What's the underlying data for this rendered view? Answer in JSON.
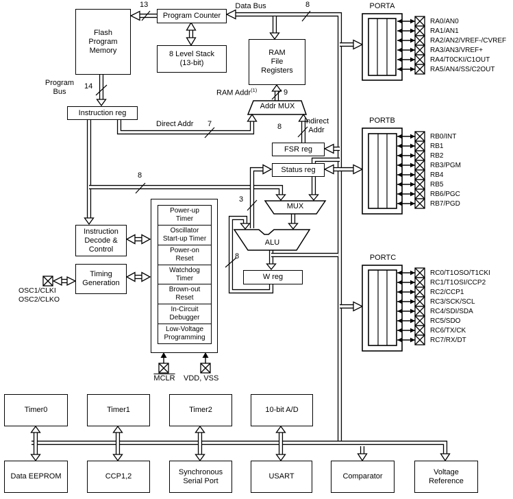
{
  "diagram": {
    "blocks": {
      "flash": "Flash\nProgram\nMemory",
      "program_counter": "Program Counter",
      "stack": "8 Level Stack\n(13-bit)",
      "ram": "RAM\nFile\nRegisters",
      "instruction_reg": "Instruction reg",
      "addr_mux": "Addr MUX",
      "fsr": "FSR reg",
      "status": "Status reg",
      "mux": "MUX",
      "alu": "ALU",
      "w_reg": "W reg",
      "decode": "Instruction\nDecode &\nControl",
      "timing": "Timing\nGeneration"
    },
    "bus": {
      "data_bus_label": "Data Bus",
      "program_bus_label": "Program\nBus",
      "ram_addr_label": "RAM Addr",
      "ram_addr_note": "(1)",
      "direct_addr_label": "Direct Addr",
      "indirect_addr_label": "Indirect\nAddr",
      "widths": {
        "pc_flash": "13",
        "program": "14",
        "data": "8",
        "ram_addr": "9",
        "direct": "7",
        "indirect": "8",
        "literal": "8",
        "status_alu": "3",
        "w_alu": "8"
      }
    },
    "sys_functions": [
      "Power-up\nTimer",
      "Oscillator\nStart-up Timer",
      "Power-on\nReset",
      "Watchdog\nTimer",
      "Brown-out\nReset",
      "In-Circuit\nDebugger",
      "Low-Voltage\nProgramming"
    ],
    "osc": {
      "line1": "OSC1/CLKI",
      "line2": "OSC2/CLKO"
    },
    "pins_bottom": {
      "mclr": "MCLR",
      "vdd_vss": "VDD, VSS"
    },
    "ports": [
      {
        "name": "PORTA",
        "pins": [
          "RA0/AN0",
          "RA1/AN1",
          "RA2/AN2/VREF-/CVREF",
          "RA3/AN3/VREF+",
          "RA4/T0CKI/C1OUT",
          "RA5/AN4/SS/C2OUT"
        ]
      },
      {
        "name": "PORTB",
        "pins": [
          "RB0/INT",
          "RB1",
          "RB2",
          "RB3/PGM",
          "RB4",
          "RB5",
          "RB6/PGC",
          "RB7/PGD"
        ]
      },
      {
        "name": "PORTC",
        "pins": [
          "RC0/T1OSO/T1CKI",
          "RC1/T1OSI/CCP2",
          "RC2/CCP1",
          "RC3/SCK/SCL",
          "RC4/SDI/SDA",
          "RC5/SDO",
          "RC6/TX/CK",
          "RC7/RX/DT"
        ]
      }
    ],
    "peripherals_top": [
      "Timer0",
      "Timer1",
      "Timer2",
      "10-bit A/D"
    ],
    "peripherals_bottom": [
      "Data EEPROM",
      "CCP1,2",
      "Synchronous\nSerial Port",
      "USART",
      "Comparator",
      "Voltage\nReference"
    ],
    "colors": {
      "line": "#000000",
      "bg": "#ffffff",
      "text": "#000000"
    }
  }
}
